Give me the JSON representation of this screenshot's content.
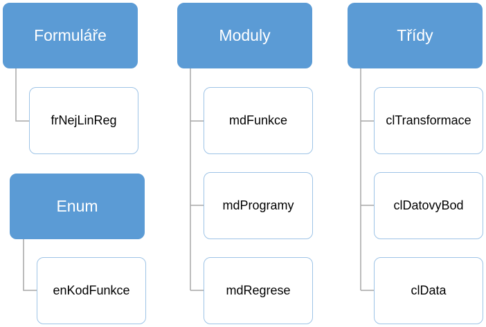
{
  "colors": {
    "parent_fill": "#5b9bd5",
    "child_border": "#9dc3e6",
    "connector": "#a6a6a6"
  },
  "groups": [
    {
      "title": "Formuláře",
      "children": [
        "frNejLinReg"
      ]
    },
    {
      "title": "Enum",
      "children": [
        "enKodFunkce"
      ]
    },
    {
      "title": "Moduly",
      "children": [
        "mdFunkce",
        "mdProgramy",
        "mdRegrese"
      ]
    },
    {
      "title": "Třídy",
      "children": [
        "clTransformace",
        "clDatovyBod",
        "clData"
      ]
    }
  ]
}
